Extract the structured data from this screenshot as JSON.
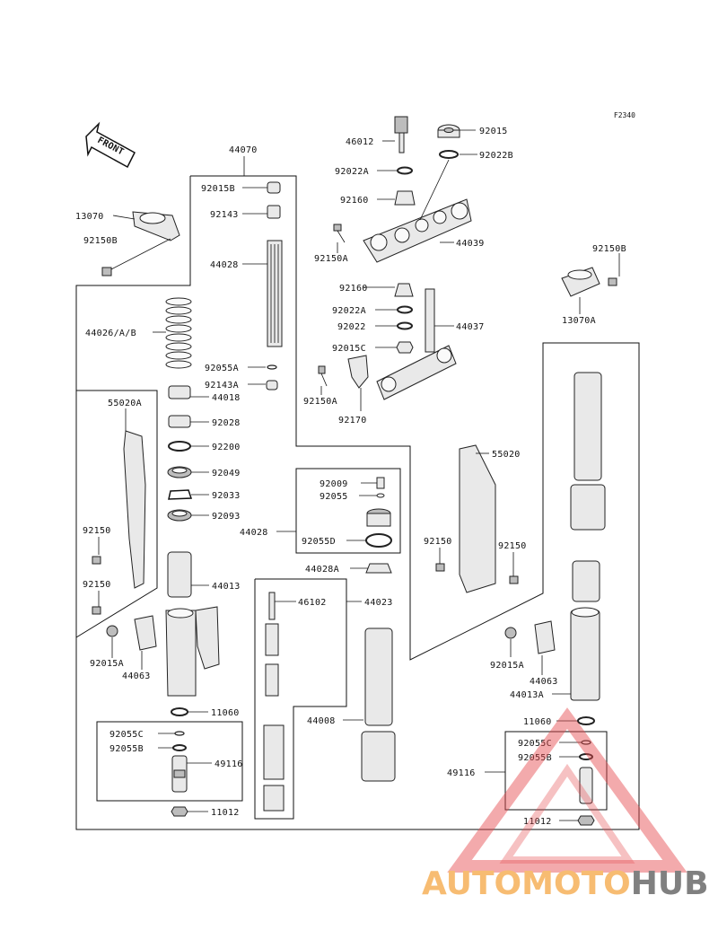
{
  "figure_code": "F2340",
  "front_arrow": "FRONT",
  "labels": {
    "l44070": "44070",
    "l46012": "46012",
    "l92015": "92015",
    "l92022B_top": "92022B",
    "l92022A_top": "92022A",
    "l92160_top": "92160",
    "l92150A_top": "92150A",
    "l44039": "44039",
    "l13070": "13070",
    "l92150B_left": "92150B",
    "l92015B": "92015B",
    "l92143": "92143",
    "l44028_rod": "44028",
    "l44026": "44026/A/B",
    "l92055A_mid": "92055A",
    "l92143A": "92143A",
    "l44018": "44018",
    "l92028": "92028",
    "l92200": "92200",
    "l92049": "92049",
    "l92033": "92033",
    "l92093": "92093",
    "l55020A": "55020A",
    "l92150_l1": "92150",
    "l92150_l2": "92150",
    "l44013": "44013",
    "l92015A_left": "92015A",
    "l44063_left": "44063",
    "l11060_left": "11060",
    "l92055C_left": "92055C",
    "l92055B_left": "92055B",
    "l49116_left": "49116",
    "l11012_left": "11012",
    "l92160_mid": "92160",
    "l92022A_mid": "92022A",
    "l92022": "92022",
    "l92015C": "92015C",
    "l44037": "44037",
    "l92150A_mid": "92150A",
    "l92170": "92170",
    "l92009": "92009",
    "l92055_box": "92055",
    "l44028_box": "44028",
    "l92055D": "92055D",
    "l44028A": "44028A",
    "l46102": "46102",
    "l44023": "44023",
    "l44008": "44008",
    "l92150B_right": "92150B",
    "l13070A": "13070A",
    "l55020": "55020",
    "l92150_r1": "92150",
    "l92150_r2": "92150",
    "l92015A_right": "92015A",
    "l44063_right": "44063",
    "l44013A": "44013A",
    "l11060_right": "11060",
    "l92055C_right": "92055C",
    "l92055B_right": "92055B",
    "l49116_right": "49116",
    "l11012_right": "11012"
  },
  "watermark": {
    "part1": "AUTOMOTO",
    "part2": "HUB",
    "color_orange": "#f6b15a",
    "color_red": "#e5484d",
    "color_gray": "#6b6b6b"
  }
}
